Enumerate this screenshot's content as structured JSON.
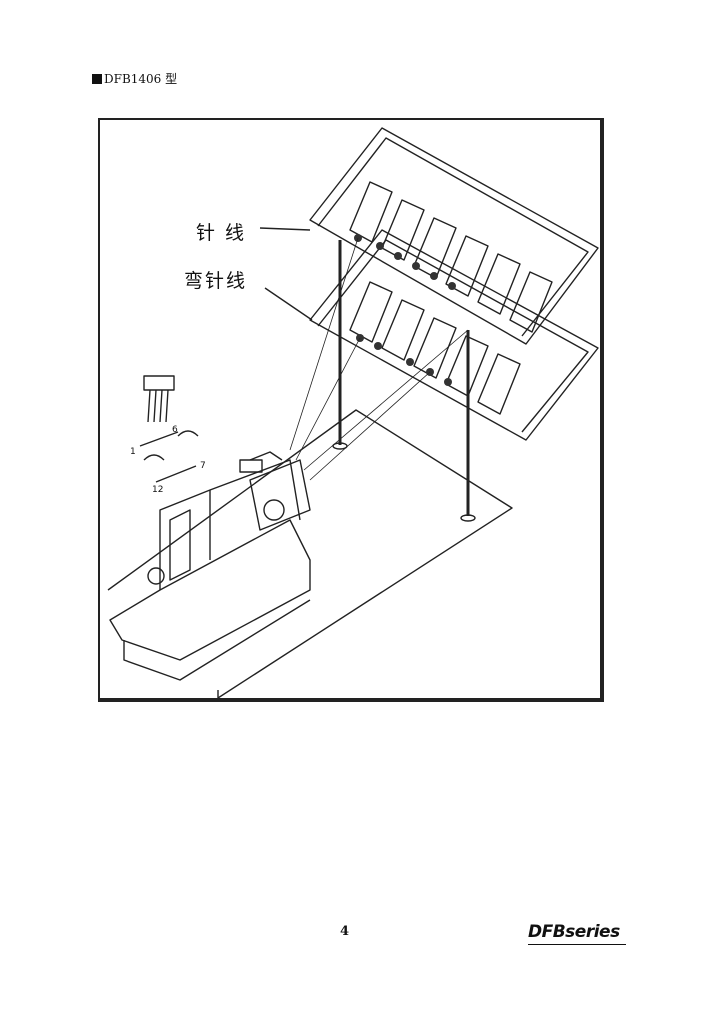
{
  "header": {
    "model_label": "DFB1406 型"
  },
  "figure": {
    "callout_needle_thread": "针 线",
    "callout_looper_thread": "弯针线",
    "detail_labels": [
      "1",
      "6",
      "7",
      "12"
    ]
  },
  "footer": {
    "page_number": "4",
    "brand": "DFBseries"
  }
}
